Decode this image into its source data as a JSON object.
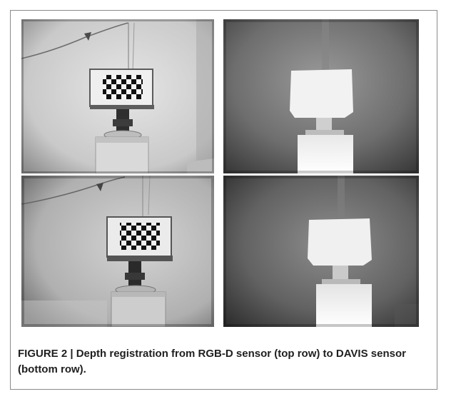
{
  "figure": {
    "caption": "FIGURE 2 | Depth registration from RGB-D sensor (top row) to DAVIS sensor (bottom row)."
  },
  "panels": {
    "top_left": {
      "row": "top",
      "modality": "grayscale"
    },
    "top_right": {
      "row": "top",
      "modality": "depth"
    },
    "bottom_left": {
      "row": "bottom",
      "modality": "grayscale"
    },
    "bottom_right": {
      "row": "bottom",
      "modality": "depth"
    }
  }
}
